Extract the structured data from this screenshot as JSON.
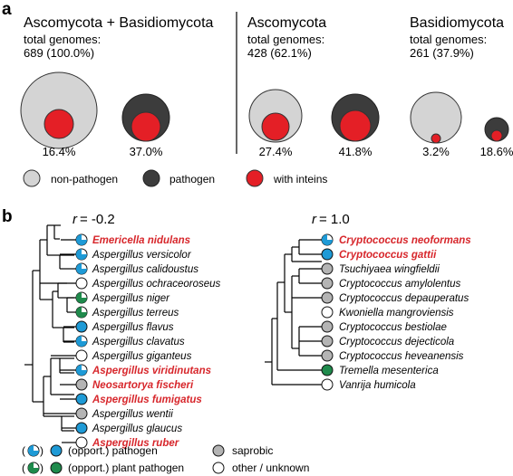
{
  "panel_a": {
    "label": "a",
    "groups": [
      {
        "title": "Ascomycota + Basidiomycota",
        "subtitle": "total genomes:",
        "count": "689 (100.0%)",
        "nonpath_pct": "16.4%",
        "path_pct": "37.0%"
      },
      {
        "title": "Ascomycota",
        "subtitle": "total genomes:",
        "count": "428 (62.1%)",
        "nonpath_pct": "27.4%",
        "path_pct": "41.8%"
      },
      {
        "title": "Basidiomycota",
        "subtitle": "total genomes:",
        "count": "261 (37.9%)",
        "nonpath_pct": "3.2%",
        "path_pct": "18.6%"
      }
    ],
    "legend": {
      "nonpathogen": "non-pathogen",
      "pathogen": "pathogen",
      "inteins": "with inteins"
    }
  },
  "panel_b": {
    "label": "b",
    "left_r_symbol": "r",
    "left_r_value": "= -0.2",
    "right_r_symbol": "r",
    "right_r_value": "= 1.0",
    "left_taxa": [
      "Emericella nidulans",
      "Aspergillus versicolor",
      "Aspergillus calidoustus",
      "Aspergillus ochraceoroseus",
      "Aspergillus niger",
      "Aspergillus terreus",
      "Aspergillus flavus",
      "Aspergillus clavatus",
      "Aspergillus giganteus",
      "Aspergillus viridinutans",
      "Neosartorya fischeri",
      "Aspergillus fumigatus",
      "Aspergillus wentii",
      "Aspergillus glaucus",
      "Aspergillus ruber"
    ],
    "right_taxa": [
      "Cryptococcus neoformans",
      "Cryptococcus gattii",
      "Tsuchiyaea wingfieldii",
      "Cryptococcus amylolentus",
      "Cryptococcus depauperatus",
      "Kwoniella mangroviensis",
      "Cryptococcus bestiolae",
      "Cryptococcus dejecticola",
      "Cryptococcus heveanensis",
      "Tremella mesenterica",
      "Vanrija humicola"
    ],
    "legend": {
      "pathogen": "(opport.) pathogen",
      "plant_pathogen": "(opport.) plant pathogen",
      "saprobic": "saprobic",
      "other": "other / unknown",
      "paren_open": "(",
      "paren_close": ")"
    }
  },
  "colors": {
    "nonpathogen": "#d4d4d4",
    "pathogen": "#3c3c3c",
    "intein": "#e41f26",
    "blue": "#1e9ad6",
    "green": "#1f8a4c",
    "gray": "#b4b4b4",
    "highlight_text": "#d7262b"
  }
}
